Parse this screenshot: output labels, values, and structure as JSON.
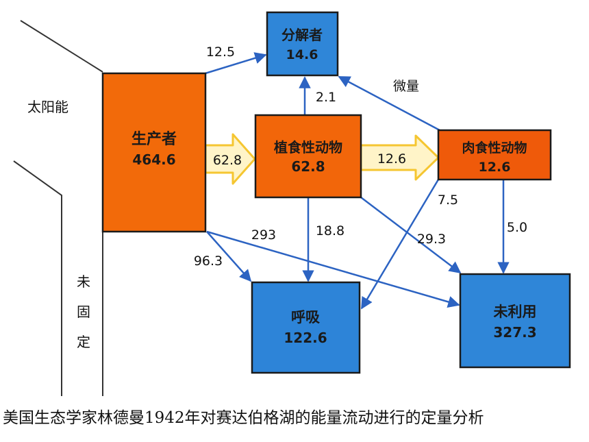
{
  "colors": {
    "producer": "#f26a0a",
    "herbivore": "#f2660a",
    "carnivore": "#ef5a0a",
    "decomposer": "#2f86d8",
    "respiration": "#2d84d8",
    "unused": "#2f86d8",
    "box_border": "#1a1a1a",
    "blue_arrow": "#2c63c2",
    "yellow_arrow_fill": "#fff4c8",
    "yellow_arrow_stroke": "#f5c631",
    "boundary_line": "#333333"
  },
  "side_labels": {
    "solar": "太阳能",
    "unfixed": [
      "未",
      "固",
      "定"
    ]
  },
  "nodes": {
    "producer": {
      "name": "生产者",
      "value": "464.6"
    },
    "herbivore": {
      "name": "植食性动物",
      "value": "62.8"
    },
    "carnivore": {
      "name": "肉食性动物",
      "value": "12.6"
    },
    "decomposer": {
      "name": "分解者",
      "value": "14.6"
    },
    "respiration": {
      "name": "呼吸",
      "value": "122.6"
    },
    "unused": {
      "name": "未利用",
      "value": "327.3"
    }
  },
  "flows": {
    "producer_to_decomposer": "12.5",
    "herbivore_to_decomposer": "2.1",
    "carnivore_to_decomposer": "微量",
    "producer_to_herbivore": "62.8",
    "herbivore_to_carnivore": "12.6",
    "producer_to_respiration": "96.3",
    "producer_to_unused": "293",
    "herbivore_to_respiration": "18.8",
    "herbivore_to_unused": "29.3",
    "carnivore_to_respiration": "7.5",
    "carnivore_to_unused": "5.0"
  },
  "caption": "美国生态学家林德曼1942年对赛达伯格湖的能量流动进行的定量分析"
}
